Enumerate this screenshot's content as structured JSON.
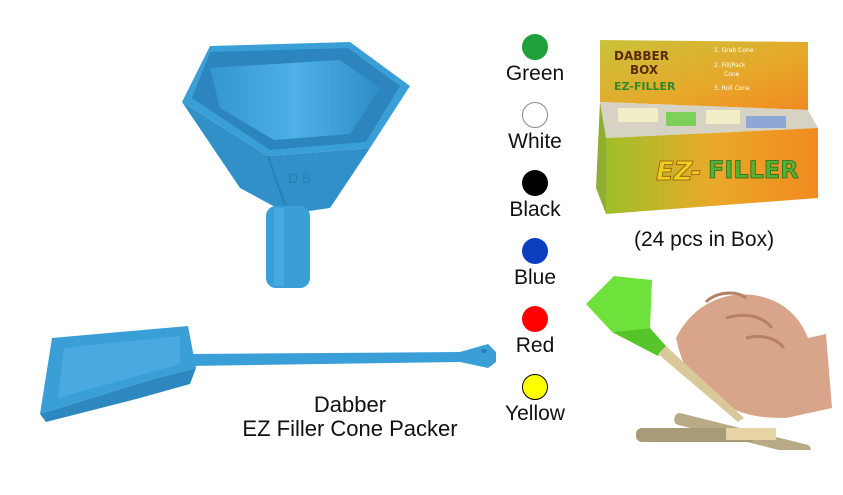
{
  "product": {
    "title_line1": "Dabber",
    "title_line2": "EZ Filler Cone Packer",
    "product_color": "#3a9fd6"
  },
  "colors": [
    {
      "label": "Green",
      "hex": "#1fa03a",
      "border": "#1fa03a"
    },
    {
      "label": "White",
      "hex": "#ffffff",
      "border": "#888888"
    },
    {
      "label": "Black",
      "hex": "#000000",
      "border": "#000000"
    },
    {
      "label": "Blue",
      "hex": "#0b3fbf",
      "border": "#0b3fbf"
    },
    {
      "label": "Red",
      "hex": "#ff0000",
      "border": "#ff0000"
    },
    {
      "label": "Yellow",
      "hex": "#ffff00",
      "border": "#000000"
    }
  ],
  "display_box": {
    "brand_top": "DABBER",
    "brand_mid": "BOX",
    "brand_sub": "EZ-FILLER",
    "steps": [
      "1. Grab Cone",
      "2. Fill/Pack",
      "Cone",
      "3. Roll Cone"
    ],
    "front_text": "EZ-FILLER",
    "caption": "(24 pcs in Box)"
  },
  "images": {
    "funnel": "blue-funnel-image",
    "scoop": "blue-scoop-image",
    "display_box": "display-box-image",
    "hand_demo": "hand-holding-green-funnel-image"
  }
}
